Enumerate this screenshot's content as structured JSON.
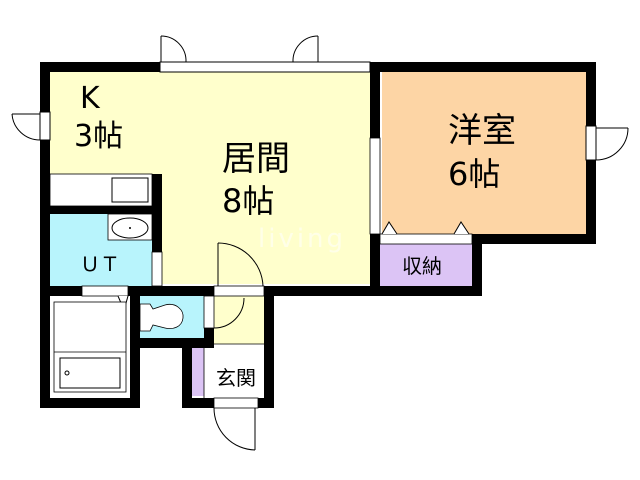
{
  "floorplan": {
    "rooms": [
      {
        "id": "kitchen",
        "name": "K",
        "size": "3帖",
        "color": "#ffffcc"
      },
      {
        "id": "living",
        "name": "居間",
        "size": "8帖",
        "color": "#ffffcc"
      },
      {
        "id": "western",
        "name": "洋室",
        "size": "6帖",
        "color": "#fdd5a5"
      },
      {
        "id": "storage",
        "name": "収納",
        "color": "#dcc4f5"
      },
      {
        "id": "unit-bath",
        "name": "ＵＴ",
        "color": "#b8f4fc"
      },
      {
        "id": "toilet",
        "color": "#b8f4fc"
      },
      {
        "id": "entrance",
        "name": "玄関",
        "color": "#ffffcc"
      }
    ],
    "watermark": "living",
    "colors": {
      "wall": "#000000",
      "yellow": "#ffffcc",
      "orange": "#fdd5a5",
      "purple": "#dcc4f5",
      "cyan": "#b8f4fc"
    }
  }
}
